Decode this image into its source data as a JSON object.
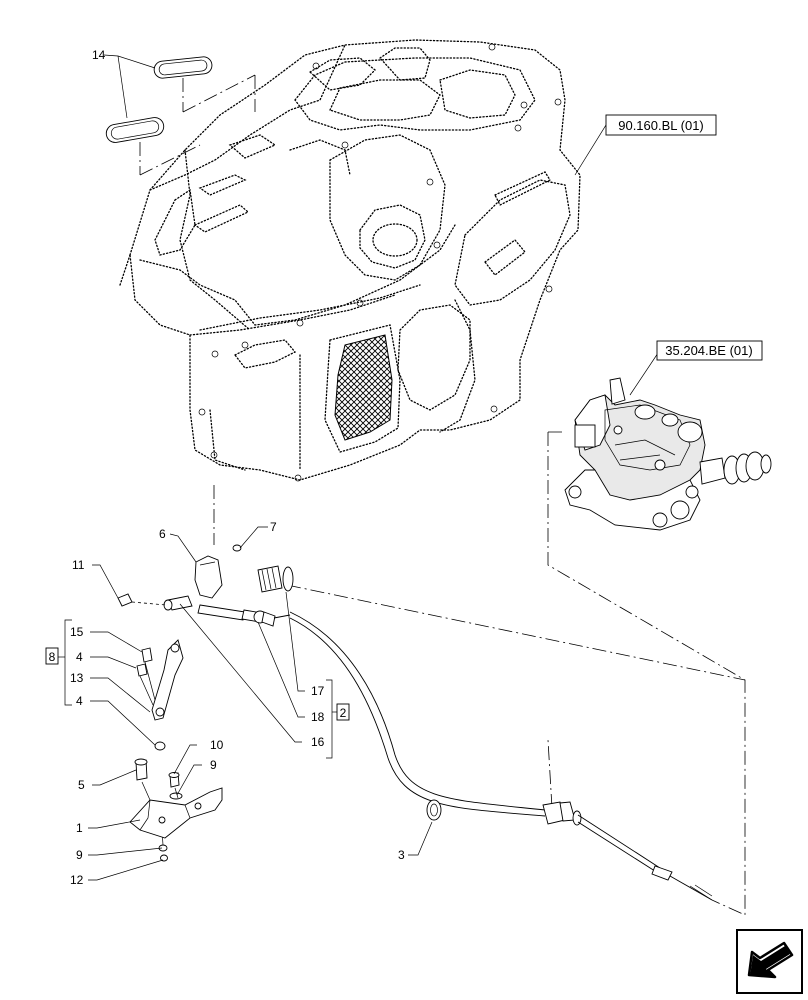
{
  "references": {
    "cab_panel": "90.160.BL (01)",
    "valve": "35.204.BE (01)"
  },
  "callouts": {
    "c1": "1",
    "c2": "2",
    "c3": "3",
    "c4a": "4",
    "c4b": "4",
    "c5": "5",
    "c6": "6",
    "c7": "7",
    "c8": "8",
    "c9a": "9",
    "c9b": "9",
    "c10": "10",
    "c11": "11",
    "c12": "12",
    "c13": "13",
    "c14": "14",
    "c15": "15",
    "c16": "16",
    "c17": "17",
    "c18": "18"
  },
  "icons": {
    "nav": "return-arrow-icon"
  }
}
